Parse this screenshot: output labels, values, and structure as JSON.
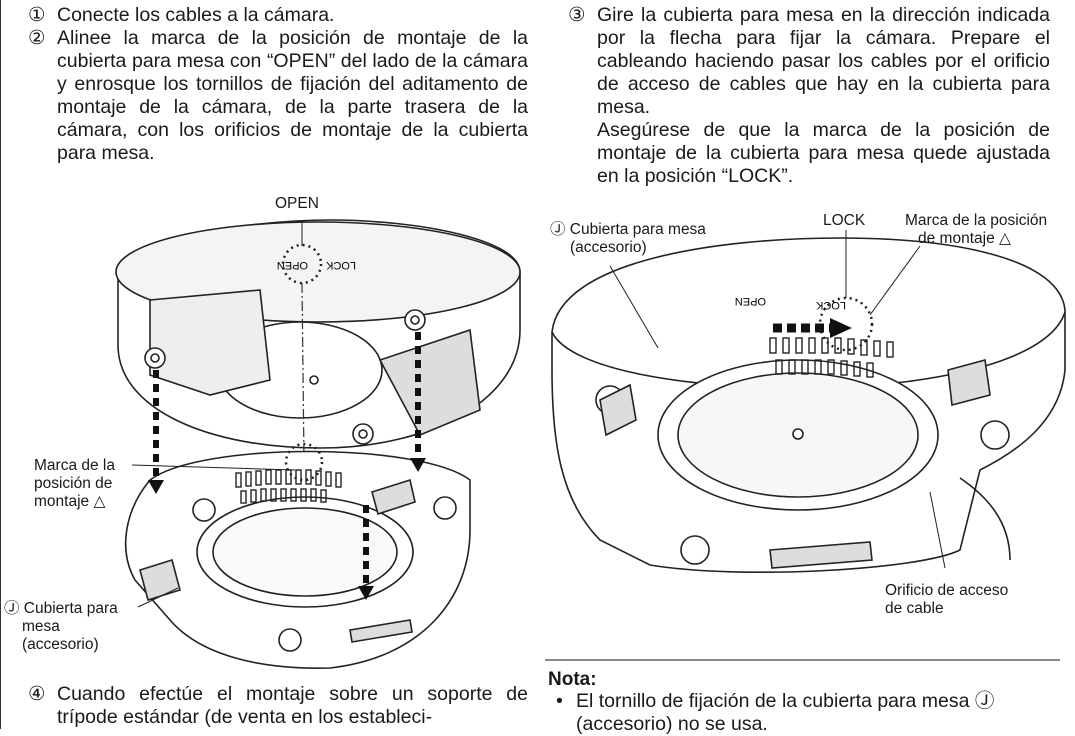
{
  "steps": {
    "s1": {
      "num": "①",
      "text": "Conecte los cables a la cámara."
    },
    "s2": {
      "num": "②",
      "text": "Alinee la marca de la posición de montaje de la cubierta para mesa con “OPEN” del lado de la cámara y enrosque los tornillos de fijación del aditamento de montaje de la cámara, de la parte trasera de la cámara, con los orificios de montaje de la cubierta para mesa."
    },
    "s3": {
      "num": "③",
      "text": "Gire la cubierta para mesa en la dirección indicada por la flecha para fijar la cámara. Prepare el cableando haciendo pasar los cables por el orificio de acceso de cables que hay en la cubierta para mesa.",
      "sub": "Asegúrese de que la marca de la posición de montaje de la cubierta para mesa quede ajustada en la posición “LOCK”."
    },
    "s4": {
      "num": "④",
      "text": "Cuando efectúe el montaje sobre un soporte de trípode estándar (de venta en los estableci-"
    }
  },
  "fig_left": {
    "open_label": "OPEN",
    "mark_label_1": "Marca de la",
    "mark_label_2": "posición de",
    "mark_label_3": "montaje △",
    "cover_label_1": "Ⓙ Cubierta para",
    "cover_label_2": "mesa",
    "cover_label_3": "(accesorio)",
    "cam_open_text": "OPEN",
    "cam_lock_text": "LOCK"
  },
  "fig_right": {
    "cover_label_1": "Ⓙ Cubierta para mesa",
    "cover_label_2": "(accesorio)",
    "lock_label": "LOCK",
    "mark_label_1": "Marca de la posición",
    "mark_label_2": "de montaje △",
    "hole_label_1": "Orificio de acceso",
    "hole_label_2": "de cable",
    "cam_open_text": "OPEN",
    "cam_lock_text": "LOCK"
  },
  "note": {
    "title": "Nota:",
    "bullet": "•",
    "text": "El tornillo de fijación de la cubierta para mesa Ⓙ (accesorio) no se usa."
  }
}
